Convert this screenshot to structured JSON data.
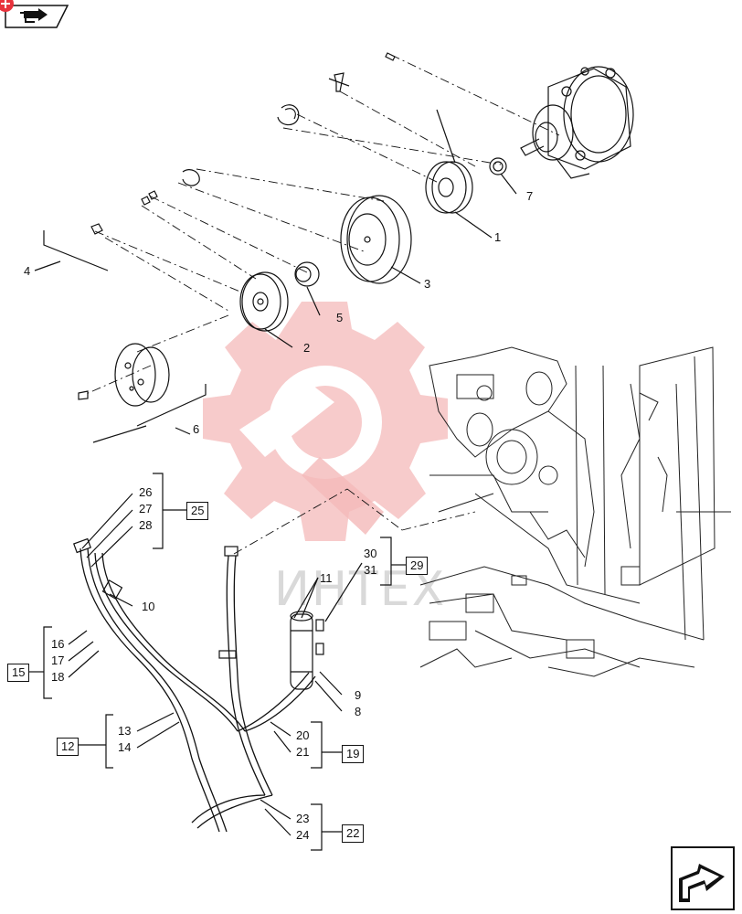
{
  "watermark": {
    "text": "ИНТЕХ",
    "color": "#f2b5b5"
  },
  "icons": {
    "top_left": "document-arrow-icon",
    "badge": "plus-badge-icon",
    "bottom_right": "next-page-arrow-icon"
  },
  "accent": "#e8323c",
  "callouts": [
    {
      "id": "c1",
      "text": "1"
    },
    {
      "id": "c2",
      "text": "2"
    },
    {
      "id": "c3",
      "text": "3"
    },
    {
      "id": "c4",
      "text": "4"
    },
    {
      "id": "c5",
      "text": "5"
    },
    {
      "id": "c6",
      "text": "6"
    },
    {
      "id": "c7",
      "text": "7"
    },
    {
      "id": "c8",
      "text": "8"
    },
    {
      "id": "c9",
      "text": "9"
    },
    {
      "id": "c10",
      "text": "10"
    },
    {
      "id": "c11",
      "text": "11"
    },
    {
      "id": "c13",
      "text": "13"
    },
    {
      "id": "c14",
      "text": "14"
    },
    {
      "id": "c16",
      "text": "16"
    },
    {
      "id": "c17",
      "text": "17"
    },
    {
      "id": "c18",
      "text": "18"
    },
    {
      "id": "c20",
      "text": "20"
    },
    {
      "id": "c21",
      "text": "21"
    },
    {
      "id": "c23",
      "text": "23"
    },
    {
      "id": "c24",
      "text": "24"
    },
    {
      "id": "c26",
      "text": "26"
    },
    {
      "id": "c27",
      "text": "27"
    },
    {
      "id": "c28",
      "text": "28"
    },
    {
      "id": "c30",
      "text": "30"
    },
    {
      "id": "c31",
      "text": "31"
    }
  ],
  "boxed": [
    {
      "id": "b12",
      "text": "12"
    },
    {
      "id": "b15",
      "text": "15"
    },
    {
      "id": "b19",
      "text": "19"
    },
    {
      "id": "b22",
      "text": "22"
    },
    {
      "id": "b25",
      "text": "25"
    },
    {
      "id": "b29",
      "text": "29"
    }
  ]
}
